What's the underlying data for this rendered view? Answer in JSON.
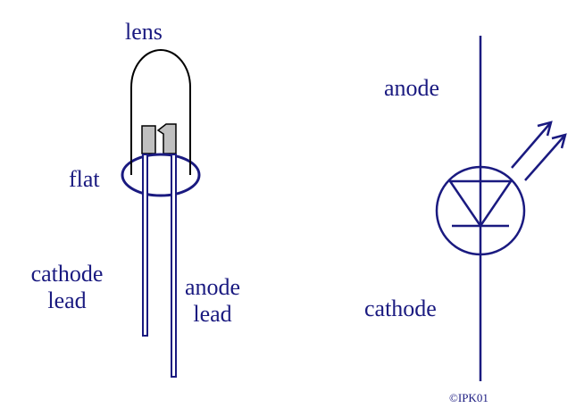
{
  "labels": {
    "lens": "lens",
    "flat": "flat",
    "cathode_lead_line1": "cathode",
    "cathode_lead_line2": "lead",
    "anode_lead_line1": "anode",
    "anode_lead_line2": "lead",
    "anode": "anode",
    "cathode": "cathode",
    "copyright": "©IPK01"
  },
  "colors": {
    "ink": "#1a1a80",
    "outline": "#000000",
    "die": "#c0c0c0"
  }
}
